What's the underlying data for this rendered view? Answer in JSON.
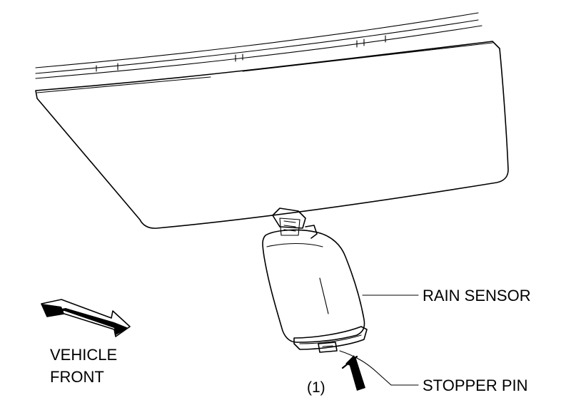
{
  "labels": {
    "rain_sensor": "RAIN SENSOR",
    "stopper_pin": "STOPPER PIN",
    "step": "(1)",
    "vehicle_front_line1": "VEHICLE",
    "vehicle_front_line2": "FRONT"
  },
  "colors": {
    "line": "#000000",
    "background": "#ffffff",
    "arrow_fill": "#000000"
  }
}
